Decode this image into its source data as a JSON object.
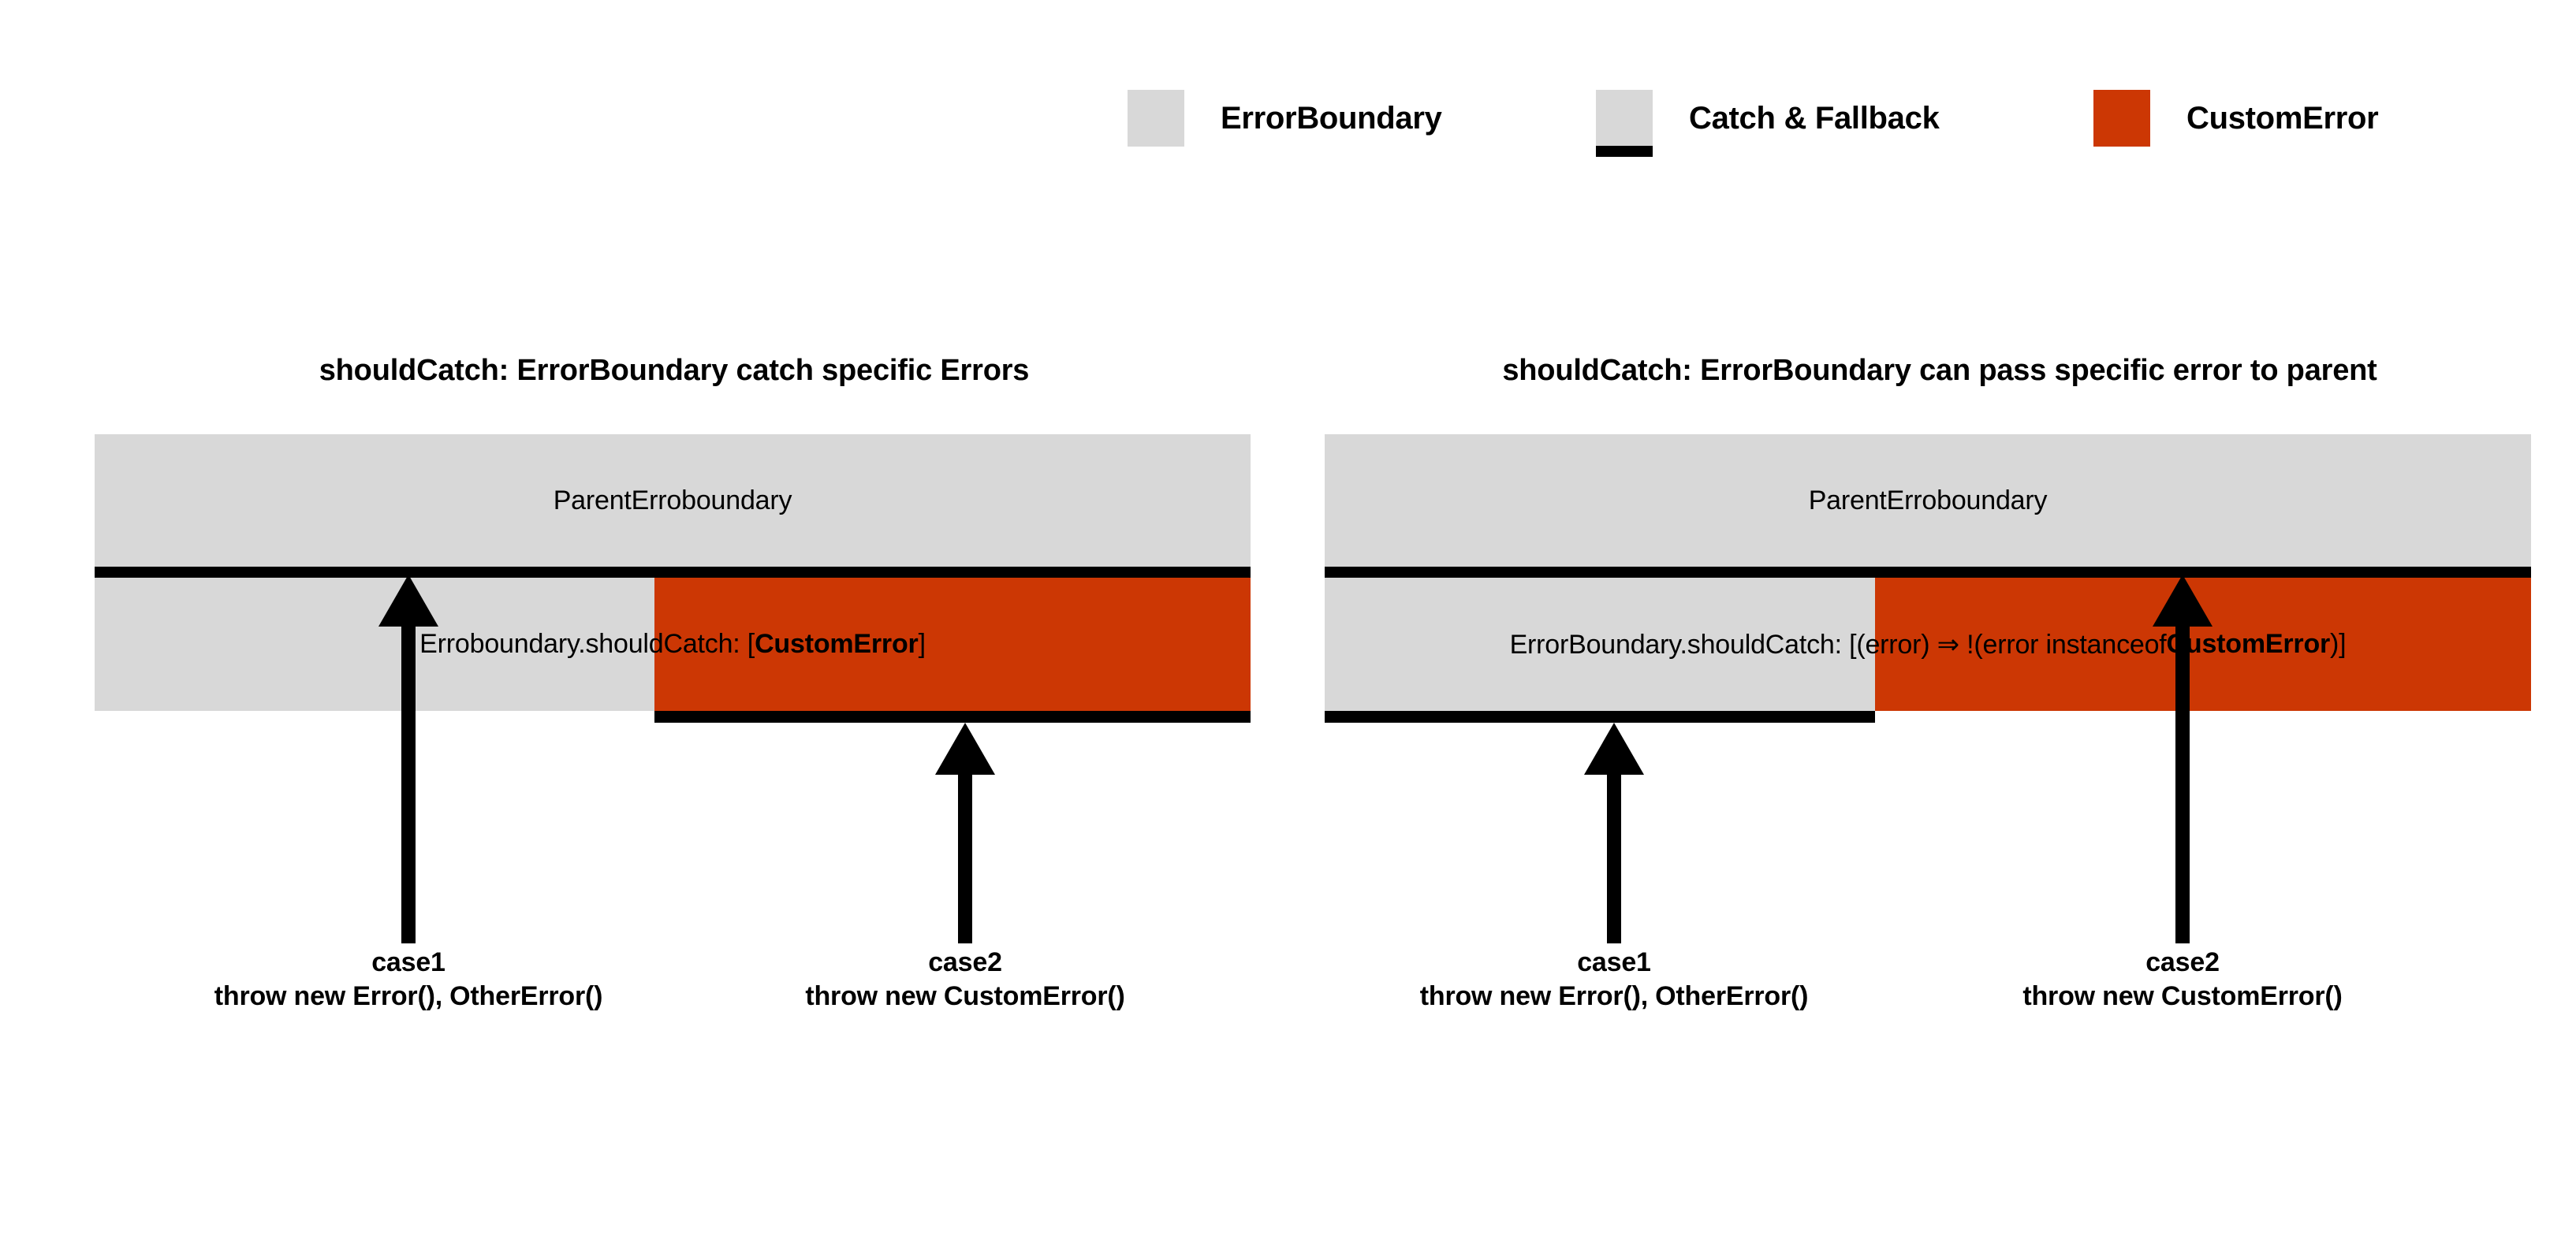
{
  "colors": {
    "background": "#ffffff",
    "boundary_gray": "#d8d8d8",
    "custom_error_orange": "#cc3704",
    "bar_black": "#000000"
  },
  "legend": {
    "items": [
      {
        "label": "ErrorBoundary",
        "swatch": "gray",
        "swatch_color": "#d8d8d8"
      },
      {
        "label": "Catch & Fallback",
        "swatch": "gray-with-black-bar",
        "swatch_color": "#d8d8d8",
        "bar_color": "#000000"
      },
      {
        "label": "CustomError",
        "swatch": "orange",
        "swatch_color": "#cc3704"
      }
    ]
  },
  "panels": [
    {
      "id": "left",
      "title": "shouldCatch: ErrorBoundary catch specific Errors",
      "parent_label": "ParentErroboundary",
      "child_text_plain": "Erroboundary.shouldCatch: [CustomError]",
      "child_text_prefix": "Erroboundary.shouldCatch: [",
      "child_text_bold": "CustomError",
      "child_text_suffix": "]",
      "cases": [
        {
          "name": "case1",
          "code": "throw new Error(), OtherError()"
        },
        {
          "name": "case2",
          "code": "throw new CustomError()"
        }
      ]
    },
    {
      "id": "right",
      "title": "shouldCatch: ErrorBoundary can pass specific error to parent",
      "parent_label": "ParentErroboundary",
      "child_text_plain": "ErrorBoundary.shouldCatch: [(error) ⇒ !(error instanceof CustomError)]",
      "child_text_prefix": "ErrorBoundary.shouldCatch: [(error) ⇒ !(error instanceof ",
      "child_text_bold": "CustomError",
      "child_text_suffix": ")]",
      "cases": [
        {
          "name": "case1",
          "code": "throw new Error(), OtherError()"
        },
        {
          "name": "case2",
          "code": "throw new CustomError()"
        }
      ]
    }
  ]
}
